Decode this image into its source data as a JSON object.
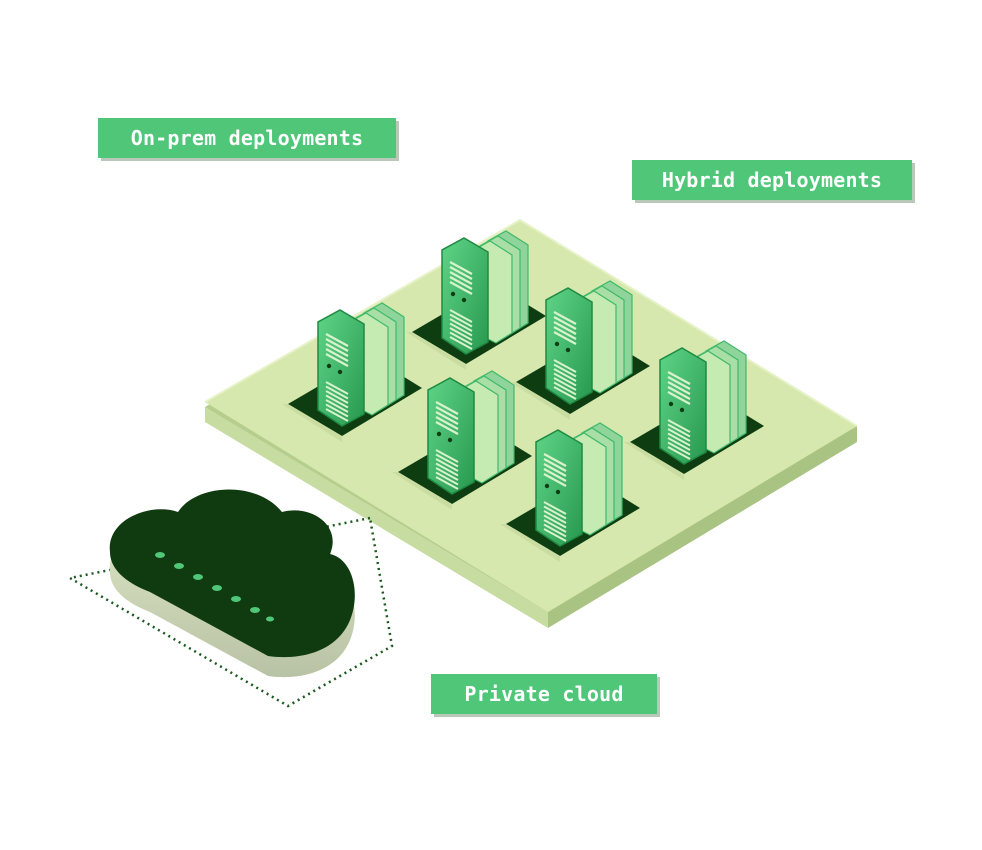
{
  "labels": {
    "on_prem": "On-prem deployments",
    "hybrid": "Hybrid deployments",
    "private_cloud": "Private cloud"
  },
  "colors": {
    "platform_top": "#d6e8ae",
    "platform_side": "#b8cf8f",
    "server_green": "#3fb96a",
    "server_dark": "#0f3d12",
    "cloud_dark": "#103a0f",
    "tag_green": "#4fc678"
  },
  "icons": {
    "server": "server-rack-icon",
    "cloud": "cloud-icon"
  }
}
